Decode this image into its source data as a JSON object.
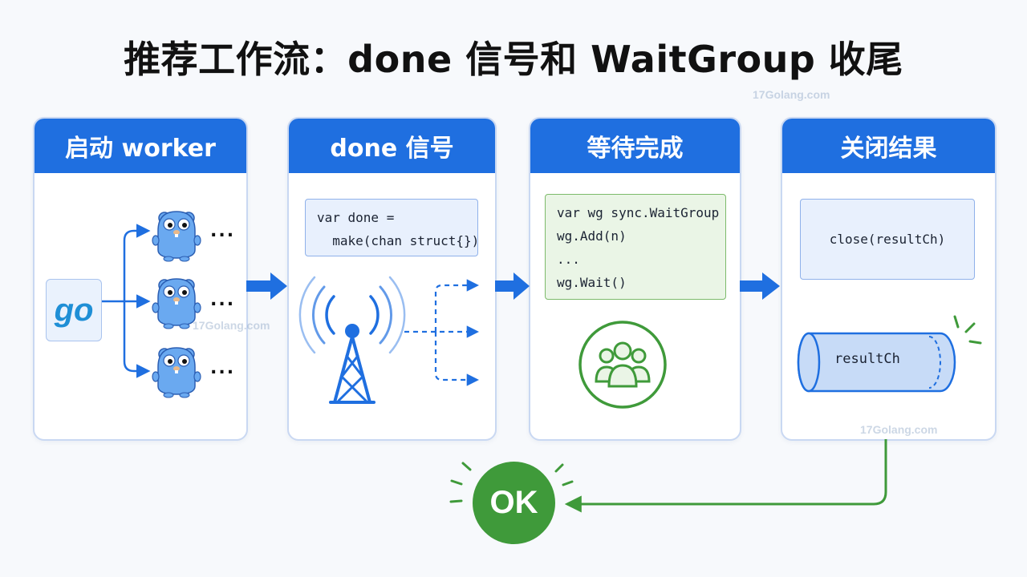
{
  "title": "推荐工作流：done 信号和 WaitGroup 收尾",
  "steps": [
    {
      "heading": "启动 worker"
    },
    {
      "heading": "done 信号"
    },
    {
      "heading": "等待完成"
    },
    {
      "heading": "关闭结果"
    }
  ],
  "go_logo": "go",
  "worker_ellipsis": "...",
  "done_code": [
    "var done =",
    "  make(chan struct{})"
  ],
  "wg_code": [
    "var wg sync.WaitGroup",
    "wg.Add(n)",
    "...",
    "wg.Wait()"
  ],
  "close_code": "close(resultCh)",
  "channel_label": "resultCh",
  "ok_label": "OK",
  "watermark": "17Golang.com",
  "colors": {
    "header_blue": "#1f6fe0",
    "gopher_blue": "#6aa9f0",
    "green": "#3f9a3a",
    "code_blue_bg": "#e8f0fd",
    "code_green_bg": "#eaf5e6"
  },
  "icons": [
    "go-logo",
    "gopher-icon",
    "broadcast-tower-icon",
    "group-icon",
    "channel-pipe-icon",
    "ok-badge-icon"
  ]
}
